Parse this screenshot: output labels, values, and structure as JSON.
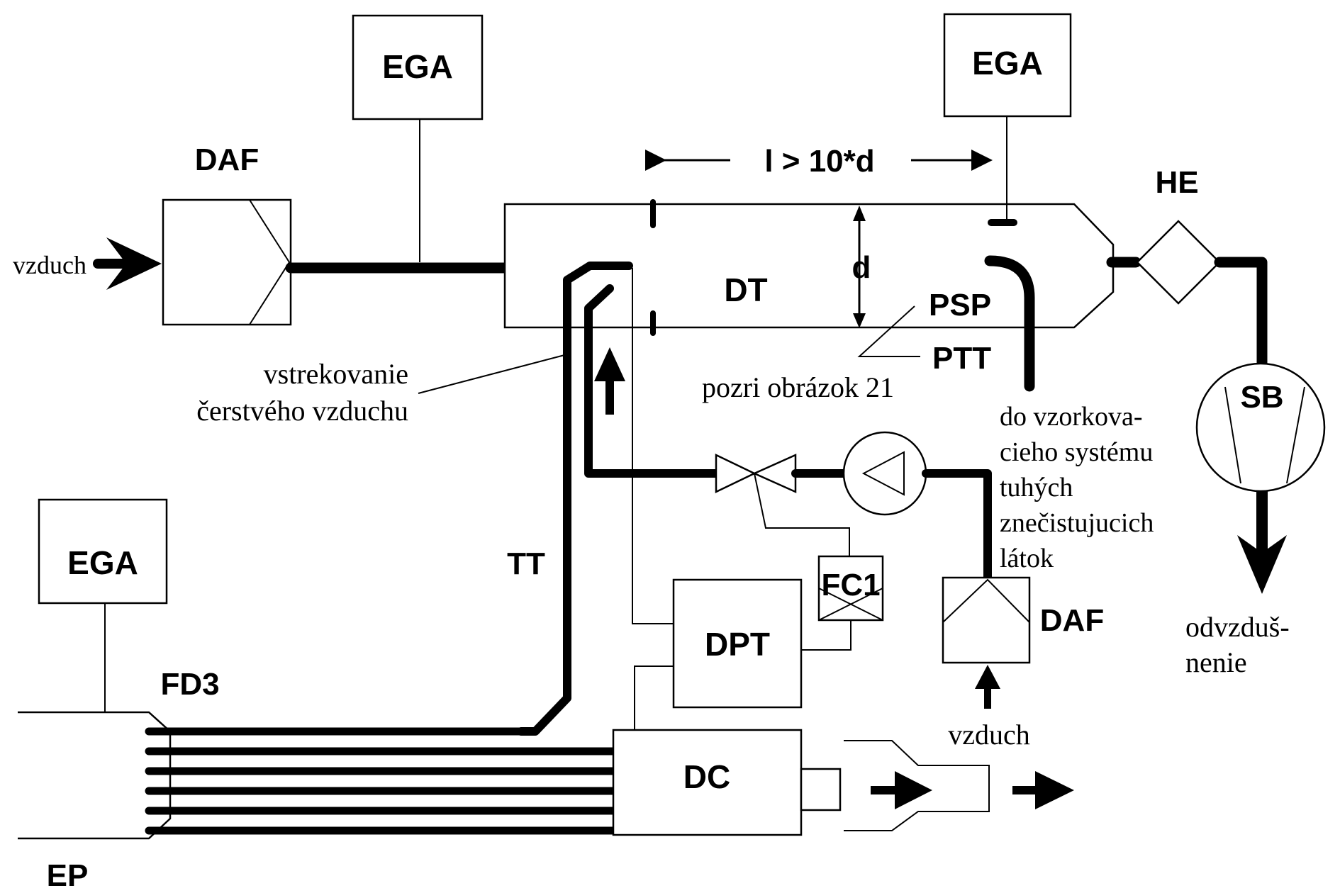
{
  "diagram": {
    "boxes": {
      "ega_top_left": "EGA",
      "ega_top_right": "EGA",
      "ega_bottom_left": "EGA",
      "dpt": "DPT",
      "dc": "DC",
      "fc1": "FC1"
    },
    "labels": {
      "daf_top": "DAF",
      "daf_right": "DAF",
      "he": "HE",
      "sb": "SB",
      "dt": "DT",
      "d": "d",
      "length_rule": "l > 10*d",
      "psp": "PSP",
      "ptt": "PTT",
      "tt": "TT",
      "fd3": "FD3",
      "ep": "EP"
    },
    "notes": {
      "air_in_left": "vzduch",
      "air_in_bottom": "vzduch",
      "injection_line1": "vstrekovanie",
      "injection_line2": "čerstvého vzduchu",
      "see_figure": "pozri obrázok 21",
      "to_sampling": [
        "do vzorkova-",
        "cieho systému",
        "tuhých",
        "znečistujucich",
        "látok"
      ],
      "vent": [
        "odvzduš-",
        "nenie"
      ]
    }
  }
}
